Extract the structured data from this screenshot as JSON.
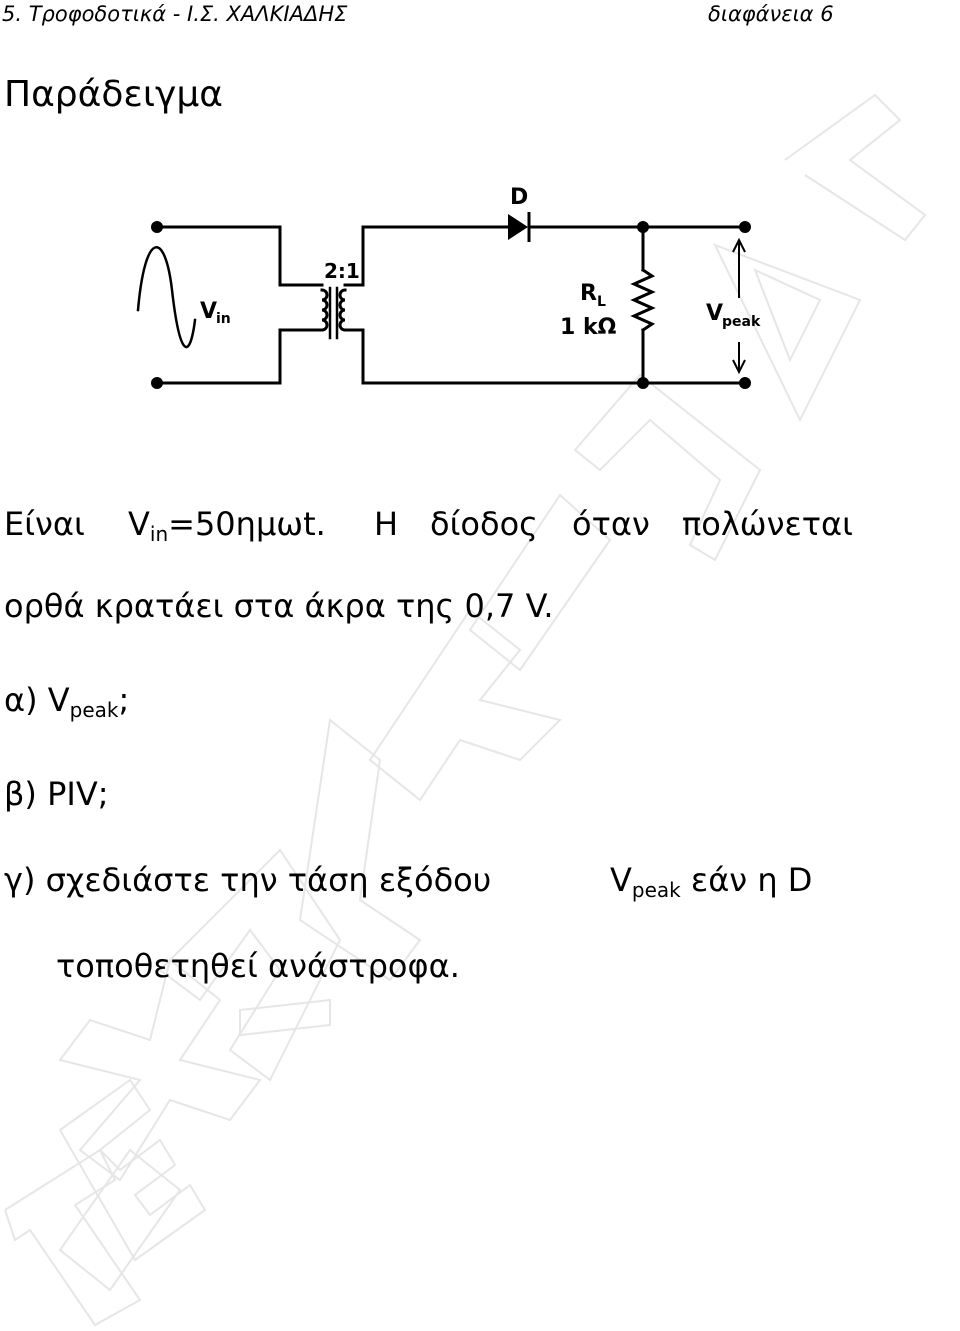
{
  "header": {
    "left": "5. Τροφοδοτικά - Ι.Σ. ΧΑΛΚΙΑΔΗΣ",
    "right": "διαφάνεια 6"
  },
  "title": "Παράδειγμα",
  "circuit": {
    "diode_label": "D",
    "ratio_label": "2:1",
    "vin_main": "V",
    "vin_sub": "in",
    "rl_main": "R",
    "rl_sub": "L",
    "rl_value": "1 kΩ",
    "vpeak_main": "V",
    "vpeak_sub": "peak"
  },
  "watermark": "ΤΕΙ - ΧΑΛΚΙΑΔΗΣ",
  "text": {
    "p1_w1": "Είναι",
    "p1_v": "V",
    "p1_sub": "in",
    "p1_rest": "=50ημωt.",
    "p1_w2": "Η",
    "p1_w3": "δίοδος",
    "p1_w4": "όταν",
    "p1_w5": "πολώνεται",
    "p2": "ορθά κρατάει στα άκρα της 0,7 V.",
    "p3_pre": "α) V",
    "p3_sub": "peak",
    "p3_post": ";",
    "p4": "β) PIV;",
    "p5_a": "γ) σχεδιάστε την τάση εξόδου",
    "p5_v": "V",
    "p5_sub": "peak",
    "p5_post": " εάν η D",
    "p6": "τοποθετηθεί ανάστροφα."
  }
}
